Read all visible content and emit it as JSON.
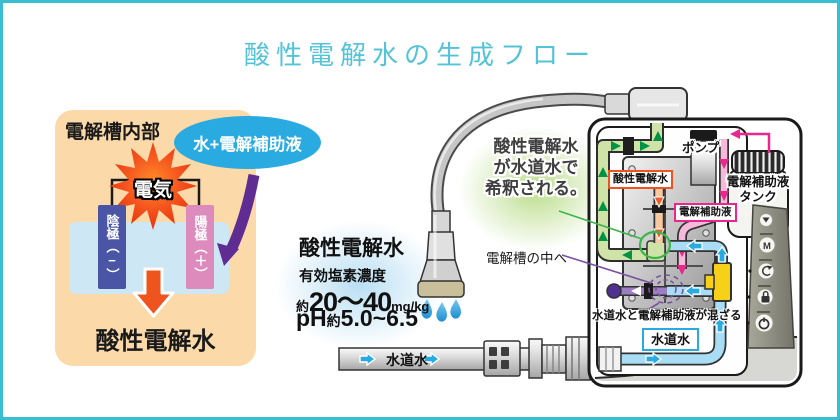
{
  "title": "酸性電解水の生成フロー",
  "left_panel": {
    "heading": "電解槽内部",
    "input_bubble": "水+電解補助液",
    "electricity": "電気",
    "cathode": "陰極（−）",
    "anode": "陽極（＋）",
    "output": "酸性電解水"
  },
  "specs": {
    "product": "酸性電解水",
    "chlorine_label": "有効塩素濃度",
    "chlorine_approx": "約",
    "chlorine_range": "20〜40",
    "chlorine_unit": "mg/kg",
    "ph_label": "pH",
    "ph_approx": "約",
    "ph_range": "5.0~6.5"
  },
  "annotations": {
    "dilution_line1": "酸性電解水",
    "dilution_line2": "が水道水で",
    "dilution_line3": "希釈される。",
    "into_cell": "電解槽の中へ",
    "mixing_note": "水道水と電解補助液が混ざる",
    "tap_water_box": "水道水",
    "tap_water_pipe": "水道水"
  },
  "device": {
    "pump": "ポンプ",
    "tank_line1": "電解補助液",
    "tank_line2": "タンク",
    "acid_water_label": "酸性電解水",
    "electrolyte_label": "電解補助液",
    "mode_button": "M"
  },
  "colors": {
    "frame": "#38bdd3",
    "title_teal": "#53c3d8",
    "panel_bg": "#fbd9a8",
    "bubble_blue": "#29abe2",
    "cathode_blue": "#4a55a5",
    "anode_pink": "#dd8abd",
    "starburst_red": "#e62e04",
    "flow_orange": "#f0541e",
    "electrolyte_pink": "#ec268f",
    "tap_water_blue": "#29abe2",
    "pipe_green": "#cfe3a8",
    "arrow_green": "#009245",
    "mix_purple": "#7b52a1",
    "junction_yellow": "#f7d117"
  }
}
